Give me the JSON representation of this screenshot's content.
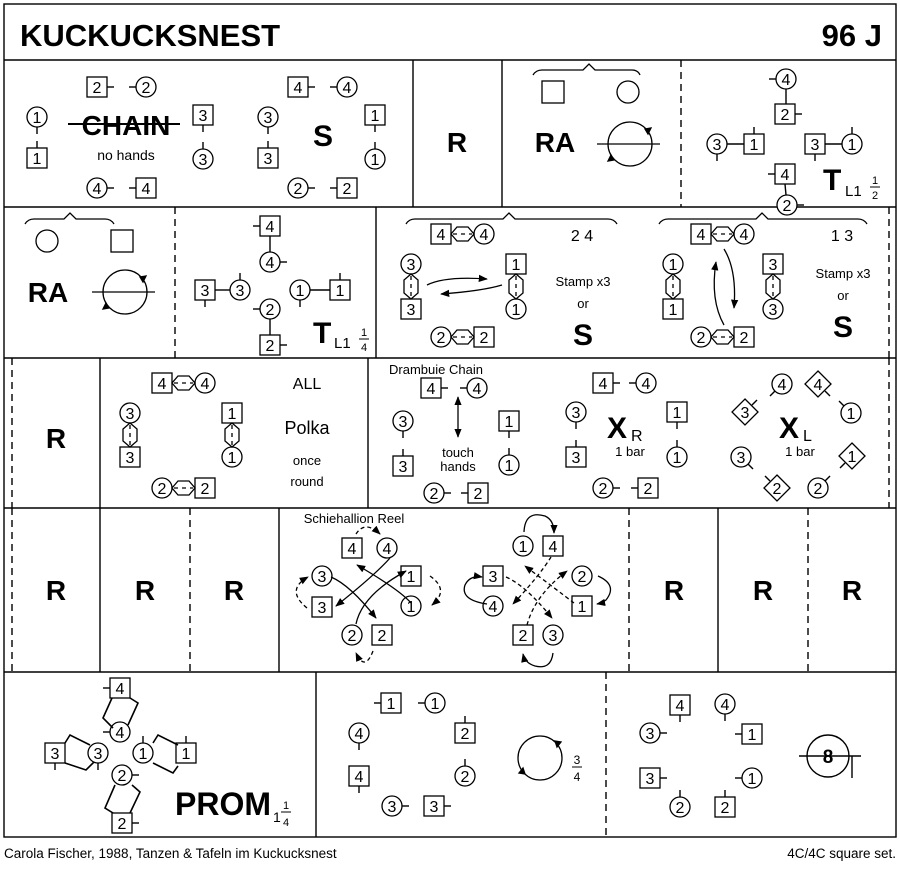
{
  "header": {
    "title": "KUCKUCKSNEST",
    "code": "96 J"
  },
  "row1": {
    "chain_label": "CHAIN",
    "chain_note": "no hands",
    "set_label": "S",
    "reel_label": "R",
    "ra_label": "RA",
    "turn_label": "T",
    "turn_sub": "L1",
    "turn_frac_num": "1",
    "turn_frac_den": "2"
  },
  "row2": {
    "ra_label": "RA",
    "turn_label": "T",
    "turn_sub": "L1",
    "turn_frac_num": "1",
    "turn_frac_den": "4",
    "stamp1_couples": "2 4",
    "stamp2_couples": "1 3",
    "stamp_label": "Stamp x3",
    "or_label": "or",
    "set_label": "S"
  },
  "row3": {
    "reel_label": "R",
    "all_label": "ALL",
    "polka_label": "Polka",
    "once_label": "once",
    "round_label": "round",
    "drambuie_label": "Drambuie Chain",
    "touch_label": "touch",
    "hands_label": "hands",
    "cross_label": "X",
    "cross_r_sub": "R",
    "cross_l_sub": "L",
    "bar_label": "1 bar"
  },
  "row4": {
    "reel_label": "R",
    "schiehallion_label": "Schiehallion Reel"
  },
  "row5": {
    "prom_label": "PROM",
    "prom_sub": "1",
    "prom_frac_num": "1",
    "prom_frac_den": "4",
    "circle_frac_num": "3",
    "circle_frac_den": "4",
    "eight_label": "8"
  },
  "dancers": [
    "1",
    "2",
    "3",
    "4"
  ],
  "footer": {
    "credit": "Carola Fischer, 1988, Tanzen & Tafeln im Kuckucksnest",
    "formation": "4C/4C  square set."
  }
}
